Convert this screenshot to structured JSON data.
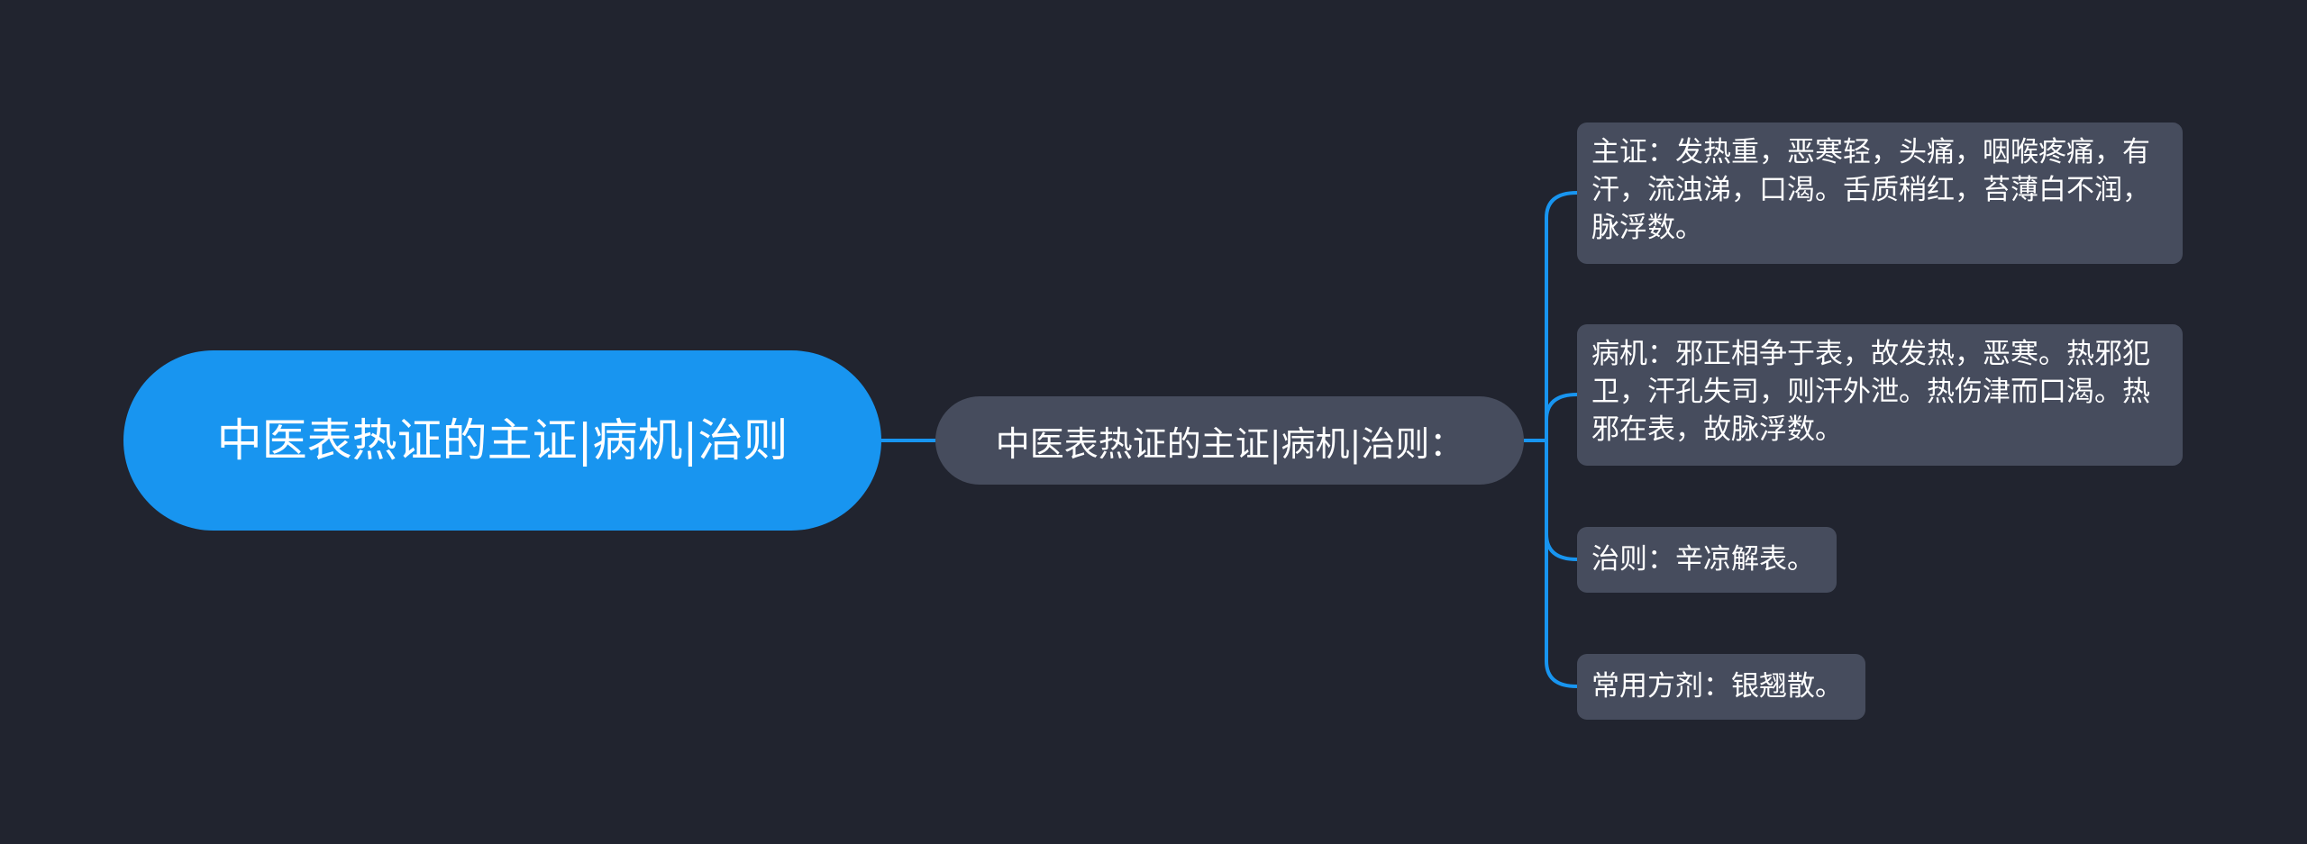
{
  "mindmap": {
    "root": {
      "label": "中医表热证的主证|病机|治则"
    },
    "branch": {
      "label": "中医表热证的主证|病机|治则："
    },
    "leaves": [
      {
        "label": "主证：发热重，恶寒轻，头痛，咽喉疼痛，有汗，流浊涕，口渴。舌质稍红，苔薄白不润，脉浮数。"
      },
      {
        "label": "病机：邪正相争于表，故发热，恶寒。热邪犯卫，汗孔失司，则汗外泄。热伤津而口渴。热邪在表，故脉浮数。"
      },
      {
        "label": "治则：辛凉解表。"
      },
      {
        "label": "常用方剂：银翘散。"
      }
    ],
    "colors": {
      "background": "#21242f",
      "root_fill": "#1895f0",
      "node_fill": "#464c5d",
      "connector": "#1895f0",
      "text": "#ffffff"
    }
  }
}
